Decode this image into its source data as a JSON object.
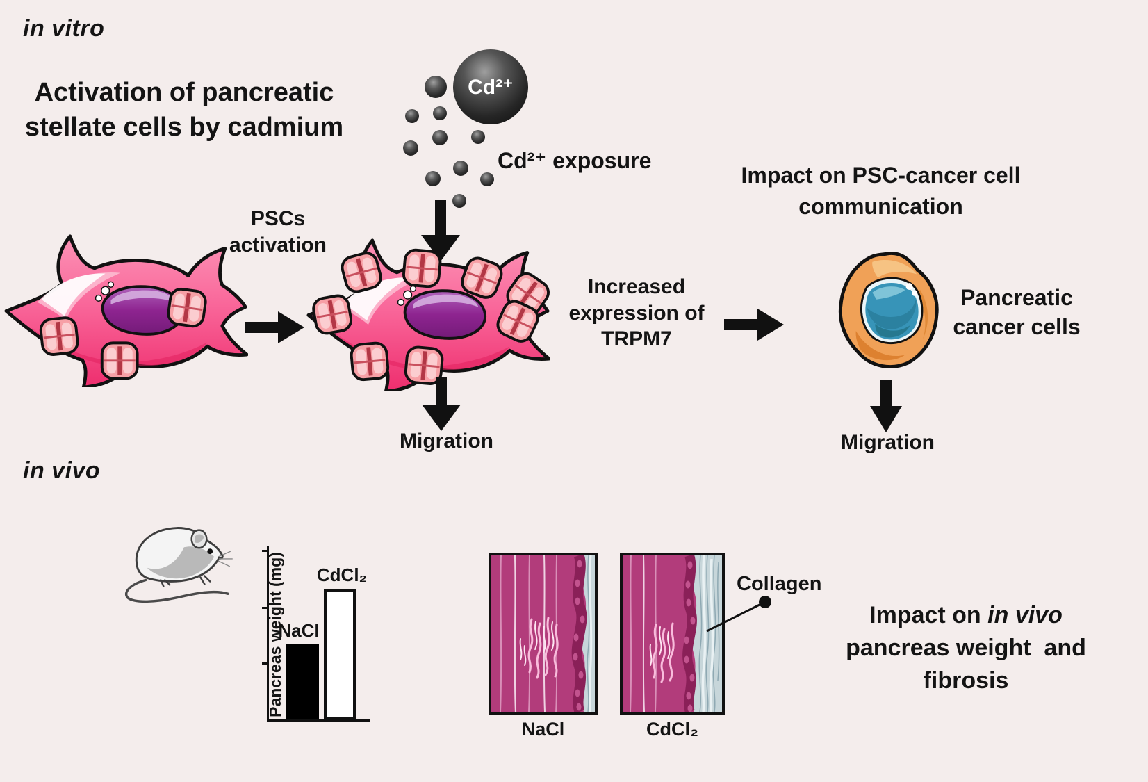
{
  "colors": {
    "background": "#f4edec",
    "text": "#141414",
    "psc_cell_pink": "#fa7ba6",
    "psc_cell_dark_pink": "#ee2e6e",
    "psc_nucleus_purple": "#8e2490",
    "channel_salmon": "#f7a0a6",
    "cancer_cell_orange": "#f0a157",
    "cancer_nucleus_blue": "#3794b8",
    "histology_magenta": "#b23c7b",
    "histology_dark_band": "#8a2058",
    "collagen_blue_gray": "#c7d6da",
    "arrow_black": "#111111"
  },
  "sections": {
    "in_vitro_label": "in vitro",
    "in_vivo_label": "in vivo"
  },
  "in_vitro": {
    "title_line1": "Activation of pancreatic",
    "title_line2": "stellate cells by cadmium",
    "cd_sphere": "Cd²⁺",
    "exposure": "Cd²⁺ exposure",
    "psc_activation_line1": "PSCs",
    "psc_activation_line2": "activation",
    "migration_psc": "Migration",
    "increased_line1": "Increased",
    "increased_line2": "expression of",
    "increased_line3": "TRPM7",
    "impact_title_line1": "Impact on PSC-cancer cell",
    "impact_title_line2": "communication",
    "cancer_cells_line1": "Pancreatic",
    "cancer_cells_line2": "cancer cells",
    "migration_cancer": "Migration"
  },
  "in_vivo": {
    "collagen": "Collagen",
    "impact_line1_normal": "Impact on ",
    "impact_line1_italic": "in vivo",
    "impact_line2": "pancreas weight  and",
    "impact_line3": "fibrosis",
    "histology_left_label": "NaCl",
    "histology_right_label": "CdCl₂"
  },
  "chart_data": {
    "type": "bar",
    "title": "",
    "ylabel": "Pancreas weight (mg)",
    "categories": [
      "NaCl",
      "CdCl₂"
    ],
    "values_relative": [
      0.43,
      0.75
    ],
    "ylim_relative": [
      0,
      1
    ],
    "bar_colors": [
      "#000000",
      "#ffffff"
    ],
    "numeric_axis_labels_shown": false,
    "tick_count": 3,
    "legend": "none",
    "grid": "off"
  }
}
